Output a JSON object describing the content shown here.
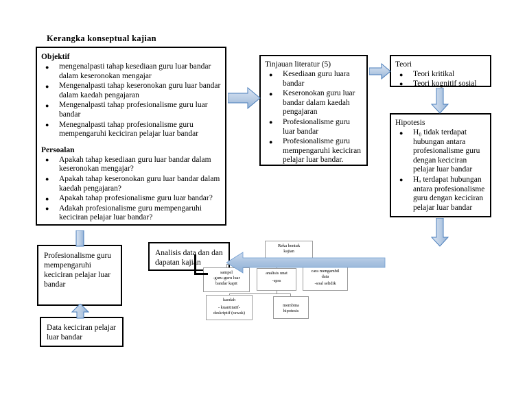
{
  "diagram": {
    "title": "Kerangka konseptual kajian"
  },
  "objektif_box": {
    "heading": "Objektif",
    "items": [
      "mengenalpasti tahap kesediaan guru luar bandar dalam  keseronokan  mengajar",
      "Mengenalpasti tahap keseronokan guru luar bandar dalam  kaedah  pengajaran",
      "Mengenalpasti tahap profesionalisme guru luar bandar",
      "Menegnalpasti tahap profesionalisme guru mempengaruhi keciciran pelajar luar bandar"
    ],
    "heading2": "Persoalan",
    "items2": [
      "Apakah tahap kesediaan guru luar bandar dalam keseronokan mengajar?",
      "Apakah tahap keseronokan guru luar bandar dalam kaedah pengajaran?",
      "Apakah tahap profesionalisme guru luar bandar?",
      "Adakah profesionalisme guru mempengaruhi keciciran pelajar luar bandar?"
    ]
  },
  "tinjauan_box": {
    "heading": "Tinjauan literatur (5)",
    "items": [
      "Kesediaan guru luara bandar",
      "Keseronokan guru luar bandar dalam kaedah pengajaran",
      "Profesionalisme guru luar bandar",
      "Profesionalisme guru mempengaruhi keciciran pelajar luar bandar."
    ]
  },
  "teori_box": {
    "heading": "Teori",
    "items": [
      "Teori kritikal",
      "Teori kognitif sosial"
    ]
  },
  "hipotesis_box": {
    "heading": "Hipotesis",
    "items": [
      "H₀ tidak terdapat hubungan antara profesionalisme guru dengan keciciran pelajar luar bandar",
      "Hₐ terdapat hubungan antara profesionalisme guru dengan keciciran pelajar luar bandar"
    ]
  },
  "profesionalisme_box": {
    "text": "Profesionalisme guru mempengaruhi keciciran pelajar luar bandar"
  },
  "data_keciciran_box": {
    "text": "Data keciciran pelajar luar bandar"
  },
  "analisis_box": {
    "text": "Analisis data dan dan dapatan kajian"
  },
  "flow": {
    "reka_bentuk": {
      "line1": "Reka bentuk",
      "line2": "kajian"
    },
    "sampel": {
      "line1": "sampel",
      "line2": "-guru-guru luar",
      "line3": "bandar kapit"
    },
    "analisis_unit": {
      "line1": "analisis unat",
      "line2": "-spss"
    },
    "cara_mengambil": {
      "line1": "cara mengambil",
      "line2": "data",
      "line3": "-soal selidik"
    },
    "kaedah": {
      "line1": "kaedah",
      "line2": "- kuantitatif-",
      "line3": "deskriptif (rawak)"
    },
    "membina": {
      "line1": "membina",
      "line2": "hipotesis"
    }
  },
  "arrows": {
    "objektif_to_tinjauan": "arrow-right",
    "tinjauan_to_teori": "arrow-right",
    "teori_to_hipotesis": "arrow-down",
    "hipotesis_to_profesionalisme": "arrow-down-long",
    "data_to_profesionalisme": "arrow-up",
    "flow_to_analisis": "arrow-left-large"
  },
  "colors": {
    "arrow_fill_light": "#c6d9f0",
    "arrow_fill_mid": "#8db4e2",
    "arrow_stroke": "#4a7ebb",
    "box_border": "#000000",
    "mini_border": "#9a9a9a",
    "background": "#ffffff"
  }
}
